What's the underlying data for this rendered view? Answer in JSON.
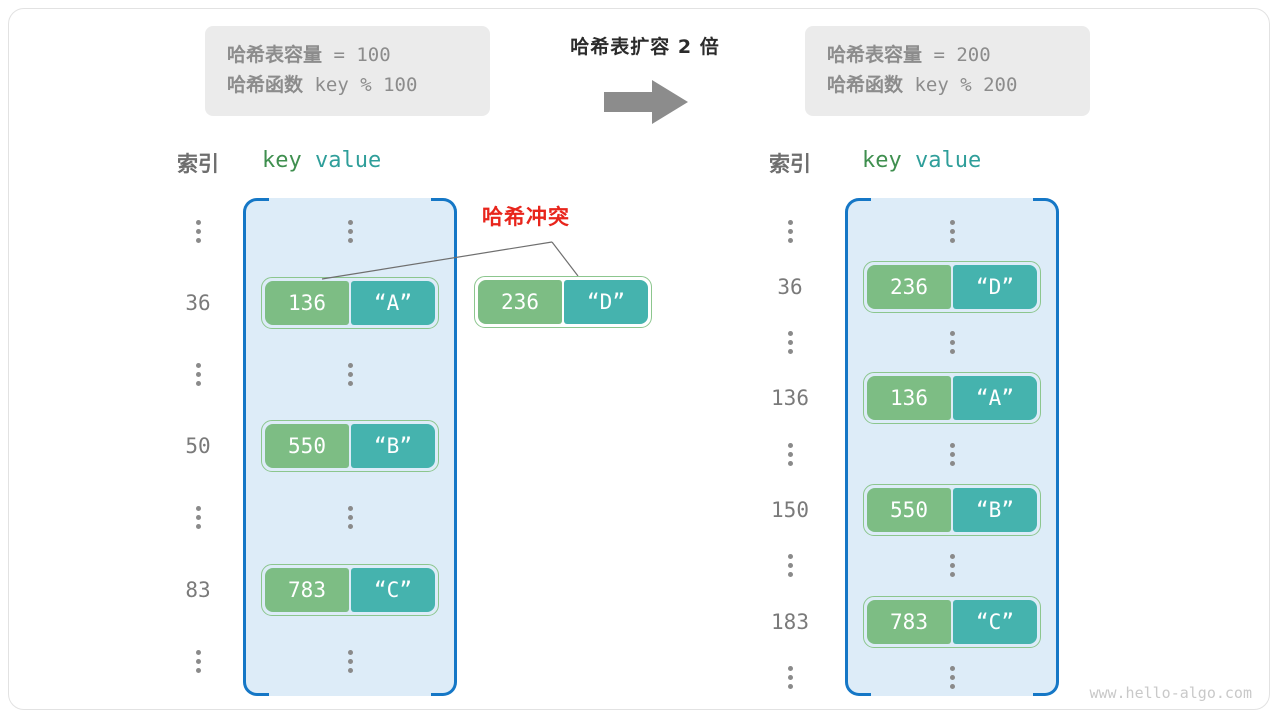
{
  "frame": {
    "watermark": "www.hello-algo.com"
  },
  "before": {
    "info": {
      "line1_label": "哈希表容量",
      "line1_value": " = 100",
      "line2_label": "哈希函数",
      "line2_value": " key % 100"
    },
    "header": {
      "index": "索引",
      "key": "key",
      "value": "value"
    },
    "rows": [
      {
        "index": "⋮",
        "type": "dots"
      },
      {
        "index": "36",
        "type": "pair",
        "key": "136",
        "value": "“A”"
      },
      {
        "index": "⋮",
        "type": "dots"
      },
      {
        "index": "50",
        "type": "pair",
        "key": "550",
        "value": "“B”"
      },
      {
        "index": "⋮",
        "type": "dots"
      },
      {
        "index": "83",
        "type": "pair",
        "key": "783",
        "value": "“C”"
      },
      {
        "index": "⋮",
        "type": "dots"
      }
    ]
  },
  "transform": {
    "title": "哈希表扩容 2 倍",
    "arrow": "arrow-right-icon"
  },
  "collision": {
    "label": "哈希冲突",
    "pending": {
      "key": "236",
      "value": "“D”"
    }
  },
  "after": {
    "info": {
      "line1_label": "哈希表容量",
      "line1_value": " = 200",
      "line2_label": "哈希函数",
      "line2_value": " key % 200"
    },
    "header": {
      "index": "索引",
      "key": "key",
      "value": "value"
    },
    "rows": [
      {
        "index": "⋮",
        "type": "dots"
      },
      {
        "index": "36",
        "type": "pair",
        "key": "236",
        "value": "“D”"
      },
      {
        "index": "⋮",
        "type": "dots"
      },
      {
        "index": "136",
        "type": "pair",
        "key": "136",
        "value": "“A”"
      },
      {
        "index": "⋮",
        "type": "dots"
      },
      {
        "index": "150",
        "type": "pair",
        "key": "550",
        "value": "“B”"
      },
      {
        "index": "⋮",
        "type": "dots"
      },
      {
        "index": "183",
        "type": "pair",
        "key": "783",
        "value": "“C”"
      },
      {
        "index": "⋮",
        "type": "dots"
      }
    ]
  },
  "colors": {
    "key_chip": "#7dbd84",
    "value_chip": "#45b3ae",
    "bucket_fill": "#ddecf8",
    "bucket_stroke": "#1577c6",
    "collision_text": "#e8251c",
    "info_bg": "#ebebeb",
    "arrow": "#8c8c8c"
  }
}
